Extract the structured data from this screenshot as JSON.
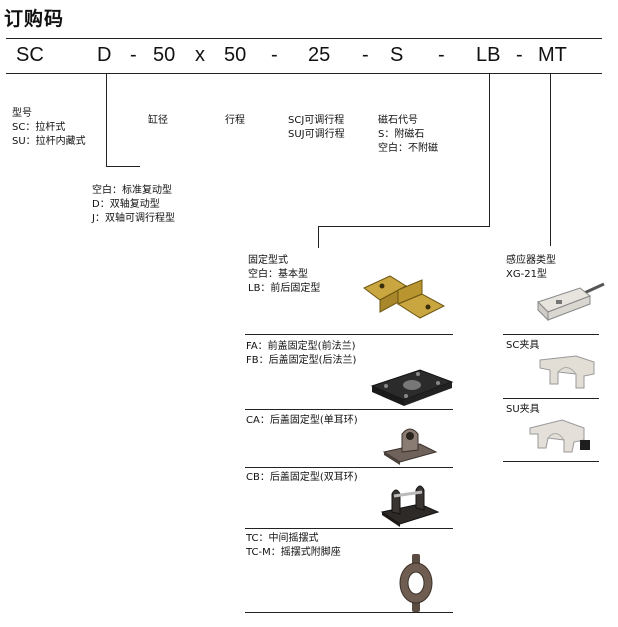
{
  "title": "订购码",
  "code": {
    "sc": "SC",
    "d": "D",
    "dash1": "-",
    "bore": "50",
    "x": "x",
    "stroke": "50",
    "dash2": "-",
    "adj": "25",
    "dash3": "-",
    "mag": "S",
    "dash4": "-",
    "mount": "LB",
    "dash5": "-",
    "sensor": "MT"
  },
  "labels": {
    "model": {
      "title": "型号",
      "line1": "SC：拉杆式",
      "line2": "SU：拉杆内藏式"
    },
    "action": {
      "line1": "空白：标准复动型",
      "line2": "D：双轴复动型",
      "line3": "J：双轴可调行程型"
    },
    "bore": "缸径",
    "stroke": "行程",
    "adjust": {
      "line1": "SCJ可调行程",
      "line2": "SUJ可调行程"
    },
    "magnet": {
      "title": "磁石代号",
      "line1": "S：附磁石",
      "line2": "空白：不附磁"
    },
    "mounting": {
      "title": "固定型式",
      "basic": "空白：基本型",
      "lb": "LB：前后固定型",
      "fa": "FA：前盖固定型(前法兰)",
      "fb": "FB：后盖固定型(后法兰)",
      "ca": "CA：后盖固定型(单耳环)",
      "cb": "CB：后盖固定型(双耳环)",
      "tc": "TC：中间摇摆式",
      "tcm": "TC-M：摇摆式附脚座"
    },
    "sensor": {
      "title": "感应器类型",
      "model": "XG-21型",
      "sc_clamp": "SC夹具",
      "su_clamp": "SU夹具"
    }
  }
}
